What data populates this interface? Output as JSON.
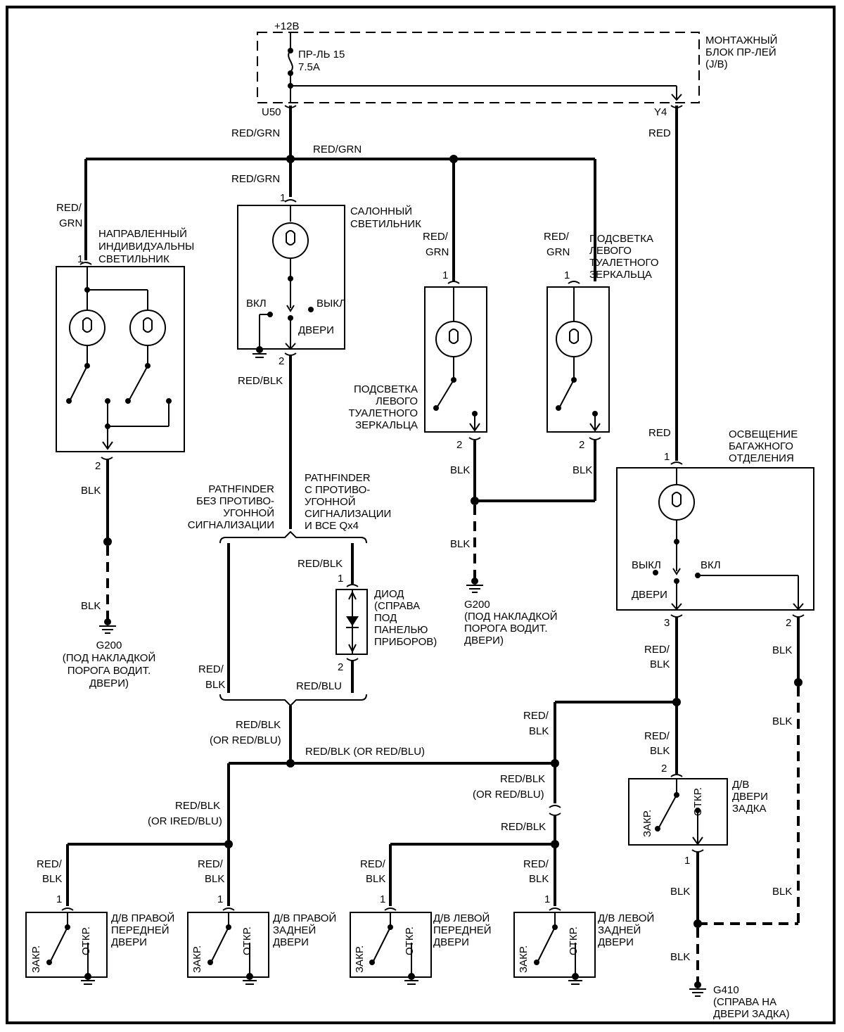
{
  "top": {
    "supply": "+12В",
    "fuse_name": "ПР-ЛЬ 15",
    "fuse_rating": "7.5A",
    "jb": [
      "МОНТАЖНЫЙ",
      "БЛОК ПР-ЛЕЙ",
      "(J/B)"
    ],
    "conn_u": "U50",
    "conn_y": "Y4"
  },
  "wires": {
    "red_grn": "RED/GRN",
    "red_grn_a": "RED/",
    "red_grn_b": "GRN",
    "red": "RED",
    "red_blk": "RED/BLK",
    "red_blk_a": "RED/",
    "red_blk_b": "BLK",
    "blk": "BLK",
    "red_blu": "RED/BLU",
    "or_red_blu": "(OR RED/BLU)",
    "red_blk_or": "RED/BLK (OR RED/BLU)",
    "or_ired_blu": "(OR IRED/BLU)"
  },
  "pins": {
    "p1": "1",
    "p2": "2",
    "p3": "3"
  },
  "spot_light": [
    "НАПРАВЛЕННЫЙ",
    "ИНДИВИДУАЛЬНЫ",
    "СВЕТИЛЬНИК"
  ],
  "room_light": {
    "title": [
      "САЛОННЫЙ",
      "СВЕТИЛЬНИК"
    ],
    "on": "ВКЛ",
    "off": "ВЫКЛ",
    "doors": "ДВЕРИ"
  },
  "mirror_right_title": [
    "ПОДСВЕТКА",
    "ЛЕВОГО",
    "ТУАЛЕТНОГО",
    "ЗЕРКАЛЬЦА"
  ],
  "mirror_left_title": [
    "ПОДСВЕТКА",
    "ЛЕВОГО",
    "ТУАЛЕТНОГО",
    "ЗЕРКАЛЬЦА"
  ],
  "cargo_light": {
    "title": [
      "ОСВЕЩЕНИЕ",
      "БАГАЖНОГО",
      "ОТДЕЛЕНИЯ"
    ],
    "off": "ВЫКЛ",
    "on": "ВКЛ",
    "doors": "ДВЕРИ"
  },
  "variants": {
    "a": [
      "PATHFINDER",
      "БЕЗ ПРОТИВО-",
      "УГОННОЙ",
      "СИГНАЛИЗАЦИИ"
    ],
    "b": [
      "PATHFINDER",
      "С ПРОТИВО-",
      "УГОННОЙ",
      "СИГНАЛИЗАЦИИ",
      "И  ВСЕ Qx4"
    ]
  },
  "diode": [
    "ДИОД",
    "(СПРАВА",
    "ПОД",
    "ПАНЕЛЬЮ",
    "ПРИБОРОВ)"
  ],
  "ground_g200": [
    "G200",
    "(ПОД НАКЛАДКОЙ",
    "ПОРОГА ВОДИТ.",
    "ДВЕРИ)"
  ],
  "ground_g410": [
    "G410",
    "(СПРАВА НА",
    "ДВЕРИ  ЗАДКА)"
  ],
  "switch": {
    "closed": "ЗАКР.",
    "open": "ОТКР."
  },
  "door_sw": {
    "rf": [
      "Д/В ПРАВОЙ",
      "ПЕРЕДНЕЙ",
      "ДВЕРИ"
    ],
    "rr": [
      "Д/В ПРАВОЙ",
      "ЗАДНЕЙ",
      "ДВЕРИ"
    ],
    "lf": [
      "Д/В ЛЕВОЙ",
      "ПЕРЕДНЕЙ",
      "ДВЕРИ"
    ],
    "lr": [
      "Д/В ЛЕВОЙ",
      "ЗАДНЕЙ",
      "ДВЕРИ"
    ],
    "tail": [
      "Д/В",
      "ДВЕРИ",
      "ЗАДКА"
    ]
  }
}
